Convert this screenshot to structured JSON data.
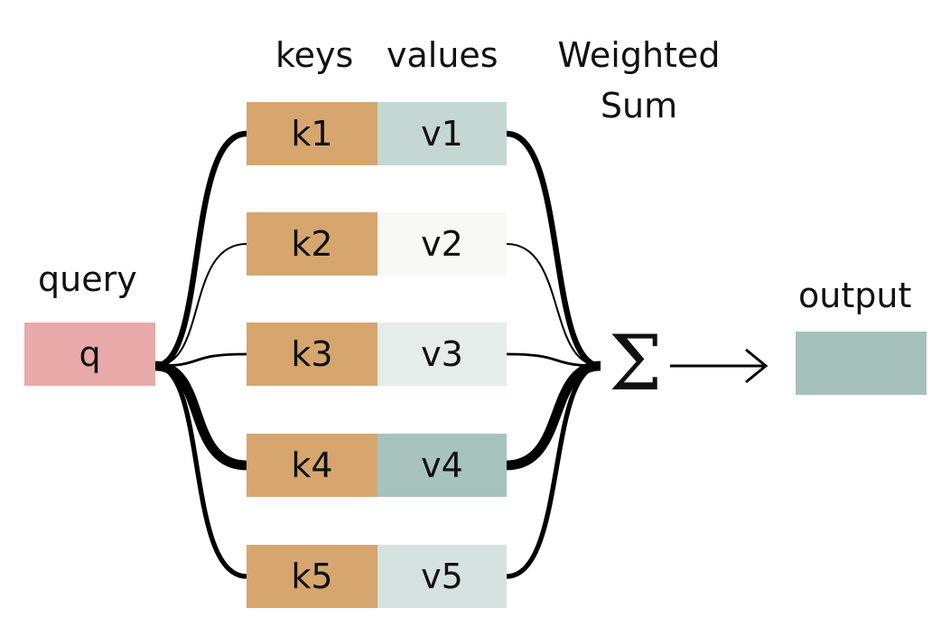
{
  "headers": {
    "keys": "keys",
    "values": "values",
    "weighted_line1": "Weighted",
    "weighted_line2": "Sum",
    "query": "query",
    "output": "output"
  },
  "query_label": "q",
  "sum_symbol": "Σ",
  "rows": [
    {
      "key": "k1",
      "value": "v1",
      "weight": 0.45,
      "value_color": "#c5d7d3"
    },
    {
      "key": "k2",
      "value": "v2",
      "weight": 0.05,
      "value_color": "#f8f8f6"
    },
    {
      "key": "k3",
      "value": "v3",
      "weight": 0.12,
      "value_color": "#e6ecea"
    },
    {
      "key": "k4",
      "value": "v4",
      "weight": 0.85,
      "value_color": "#a7c3bd"
    },
    {
      "key": "k5",
      "value": "v5",
      "weight": 0.35,
      "value_color": "#d6e2df"
    }
  ],
  "colors": {
    "key": "#d6a66e",
    "query": "#e8a9a9",
    "output": "#a6c1bb",
    "line": "#000000"
  }
}
